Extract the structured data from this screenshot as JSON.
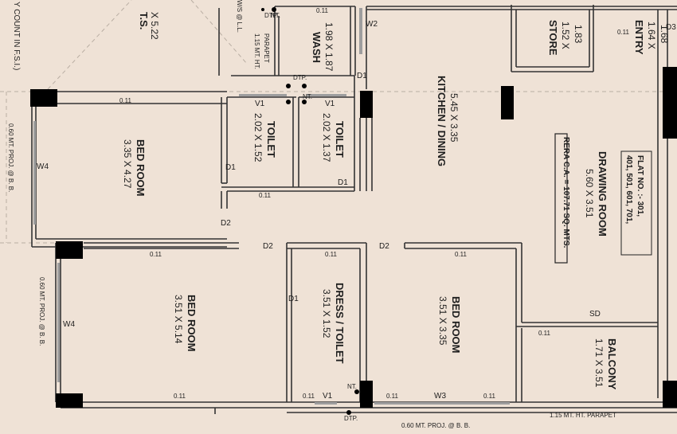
{
  "rooms": {
    "top_left_cut": {
      "name": "T.S.",
      "dim": "X 5.22"
    },
    "wash": {
      "name": "WASH",
      "dim": "1.98 X 1.87"
    },
    "kitchen": {
      "name": "KITCHEN / DINING",
      "dim": "5.45 X 3.35"
    },
    "store": {
      "name": "STORE",
      "dim1": "1.52 X",
      "dim2": "1.83"
    },
    "entry": {
      "name": "ENTRY",
      "dim1": "1.64 X",
      "dim2": "1.68"
    },
    "bed1": {
      "name": "BED ROOM",
      "dim": "3.35 X 4.27"
    },
    "toilet1": {
      "name": "TOILET",
      "dim": "2.02 X 1.52"
    },
    "toilet2": {
      "name": "TOILET",
      "dim": "2.02 X 1.37"
    },
    "drawing": {
      "name": "DRAWING ROOM",
      "dim": "5.60 X 3.51"
    },
    "bed2": {
      "name": "BED ROOM",
      "dim": "3.51 X 5.14"
    },
    "dress": {
      "name": "DRESS / TOILET",
      "dim": "3.51 X 1.52"
    },
    "bed3": {
      "name": "BED ROOM",
      "dim": "3.51 X 3.35"
    },
    "balcony": {
      "name": "BALCONY",
      "dim": "1.71 X 3.51"
    }
  },
  "flat_box": {
    "line1": "FLAT NO. :- 301,",
    "line2": "401, 501, 601, 701,"
  },
  "rera_box": {
    "text": "RERA C.A. = 107.71 SQ. MTS."
  },
  "notes": {
    "left_count": "Y COUNT IN F.S.I.)",
    "ws_ll": "W/S @ L.L.",
    "parapet_small1": "1.15 MT. HT.",
    "parapet_small2": "PARAPET",
    "proj_left_top": "0.60 MT. PROJ. @ B. B.",
    "proj_left_bottom": "0.60 MT. PROJ. @ B. B.",
    "proj_bottom": "0.60 MT. PROJ. @ B. B.",
    "parapet_bottom": "1.15 MT. HT. PARAPET"
  },
  "markers": {
    "wall": "0.11",
    "D1": "D1",
    "D2": "D2",
    "D3": "D3",
    "V1": "V1",
    "W2": "W2",
    "W3": "W3",
    "W4": "W4",
    "SD": "SD",
    "NT": "NT.",
    "DTP": "DTP."
  },
  "colors": {
    "background": "#efe2d6",
    "wall": "#333333",
    "column": "#000000",
    "window": "#9a9a9a"
  }
}
